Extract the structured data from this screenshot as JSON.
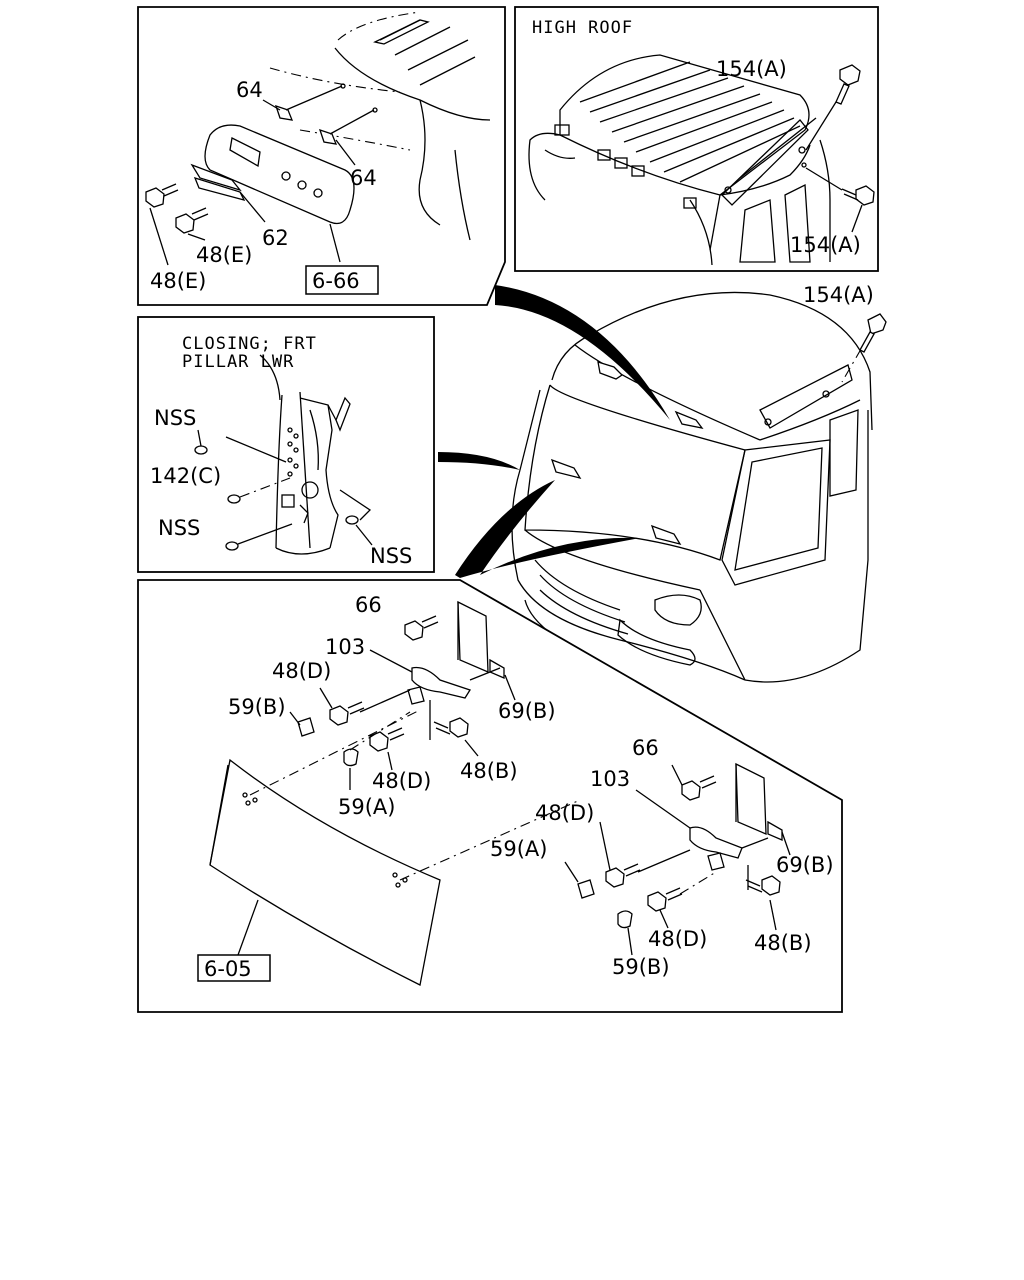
{
  "high_roof_title": "HIGH ROOF",
  "closing_title_line1": "CLOSING; FRT",
  "closing_title_line2": "PILLAR LWR",
  "refs": {
    "ref_666": "6-66",
    "ref_605": "6-05"
  },
  "labels": {
    "p1_64a": "64",
    "p1_64b": "64",
    "p1_62": "62",
    "p1_48e_a": "48(E)",
    "p1_48e_b": "48(E)",
    "p2_154a_top": "154(A)",
    "p2_154a_bot": "154(A)",
    "main_154a": "154(A)",
    "p3_nss_a": "NSS",
    "p3_142c": "142(C)",
    "p3_nss_b": "NSS",
    "p3_nss_c": "NSS",
    "p4_66a": "66",
    "p4_103a": "103",
    "p4_48d_a": "48(D)",
    "p4_59b_a": "59(B)",
    "p4_69b_a": "69(B)",
    "p4_48d_b": "48(D)",
    "p4_48b_a": "48(B)",
    "p4_59a_a": "59(A)",
    "p4_66b": "66",
    "p4_103b": "103",
    "p4_48d_c": "48(D)",
    "p4_59a_b": "59(A)",
    "p4_69b_b": "69(B)",
    "p4_48d_d": "48(D)",
    "p4_48b_b": "48(B)",
    "p4_59b_b": "59(B)"
  }
}
